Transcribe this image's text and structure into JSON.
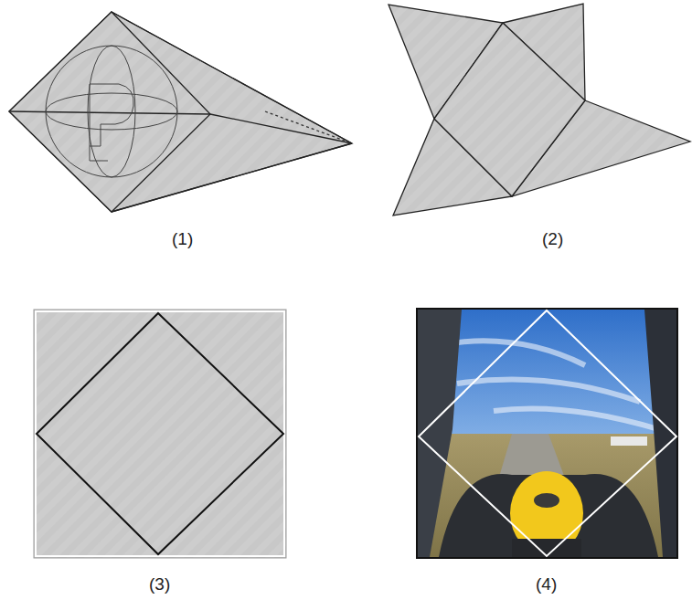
{
  "diagram": {
    "labels": [
      "(1)",
      "(2)",
      "(3)",
      "(4)"
    ]
  }
}
